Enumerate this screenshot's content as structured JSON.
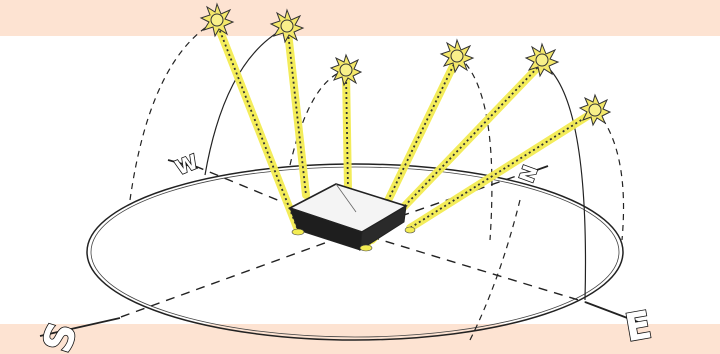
{
  "colors": {
    "band": "#fde3d2",
    "panel": "#ffffff",
    "ink": "#222222",
    "ray_glow": "#f3ec52",
    "sun_fill": "#f4e86a",
    "building_top": "#f4f4f4",
    "building_side": "#1e1e1e"
  },
  "icons": {
    "sun": "sun-icon",
    "building": "building-icon"
  },
  "compass": {
    "north": "N",
    "south": "S",
    "east": "E",
    "west": "W"
  }
}
